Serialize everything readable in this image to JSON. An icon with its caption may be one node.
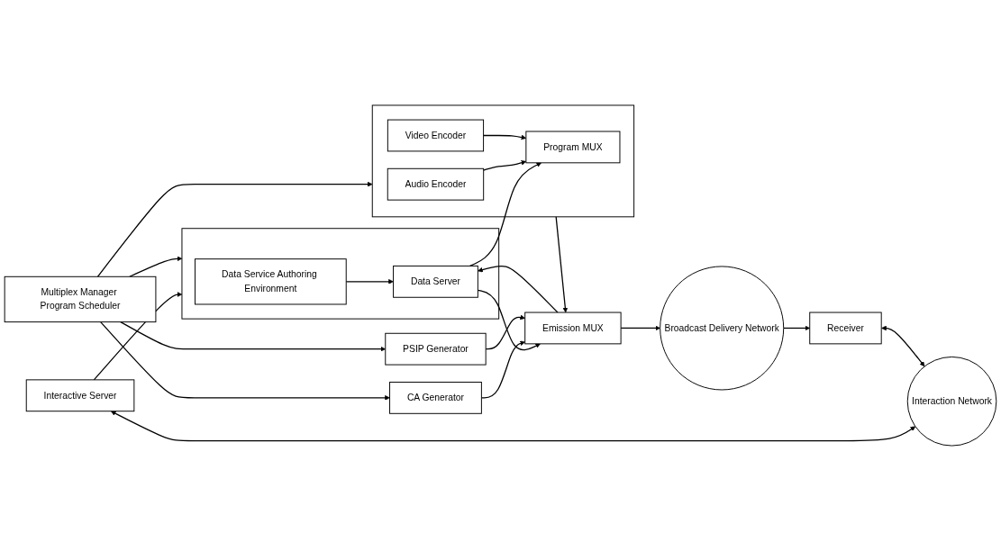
{
  "diagram": {
    "nodes": [
      {
        "text": [
          "Interactive Server"
        ]
      },
      {
        "text": [
          "Interaction Network"
        ]
      },
      {
        "text": [],
        "shape": "box"
      },
      {
        "text": [
          "Data Service Authoring Environment"
        ],
        "in": 2
      },
      {
        "text": [
          "Data Server"
        ],
        "in": 2
      },
      {
        "text": [
          "Emission MUX"
        ]
      },
      {
        "text": [
          "Receiver"
        ]
      },
      {
        "text": [],
        "shape": "box"
      },
      {
        "text": [
          "Audio Encoder"
        ],
        "in": 7
      },
      {
        "text": [
          "Video Encoder"
        ],
        "in": 7
      },
      {
        "text": [
          "Program MUX"
        ],
        "in": 7
      },
      {
        "text": [
          "CA Generator"
        ]
      },
      {
        "text": [
          "PSIP Generator"
        ]
      },
      {
        "text": [
          "Broadcast Delivery Network"
        ]
      },
      {
        "text": [
          "Multiplex Manager Program Scheduler"
        ]
      }
    ],
    "edges": [
      {
        "from": 0,
        "to": 1,
        "arrow": "both"
      },
      {
        "from": 0,
        "to": 2,
        "arrow": "to"
      },
      {
        "from": 3,
        "to": 4,
        "arrow": "to"
      },
      {
        "from": 4,
        "to": 5,
        "arrow": "to"
      },
      {
        "from": 5,
        "to": 4,
        "arrow": "to"
      },
      {
        "from": 4,
        "to": 10,
        "arrow": "to"
      },
      {
        "from": 8,
        "to": 10,
        "arrow": "to"
      },
      {
        "from": 9,
        "to": 10,
        "arrow": "to"
      },
      {
        "from": 7,
        "to": 5,
        "arrow": "to"
      },
      {
        "from": 11,
        "to": 5,
        "arrow": "to"
      },
      {
        "from": 12,
        "to": 5,
        "arrow": "to"
      },
      {
        "from": 5,
        "to": 13,
        "arrow": "to"
      },
      {
        "from": 13,
        "to": 6,
        "arrow": "to"
      },
      {
        "from": 6,
        "to": 1,
        "arrow": "both"
      },
      {
        "from": 14,
        "to": 2,
        "arrow": "to"
      },
      {
        "from": 14,
        "to": 7,
        "arrow": "to"
      },
      {
        "from": 14,
        "to": 12,
        "arrow": "to"
      },
      {
        "from": 14,
        "to": 11,
        "arrow": "to"
      }
    ]
  }
}
